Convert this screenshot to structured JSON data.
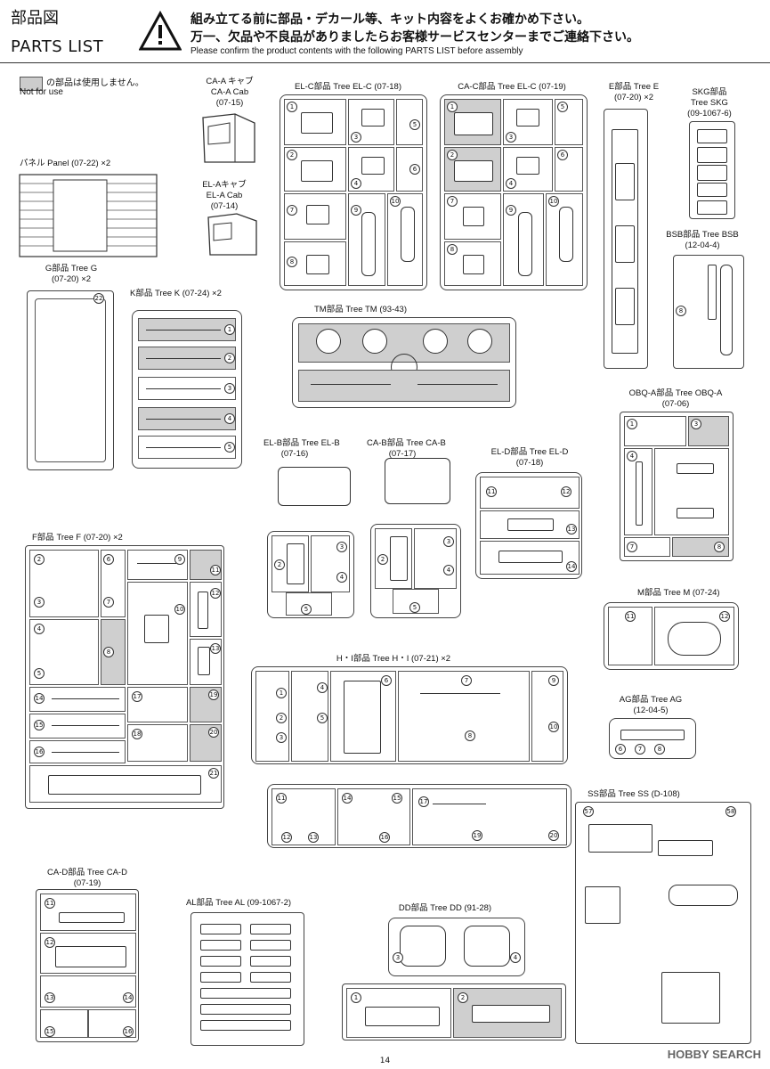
{
  "header": {
    "title_jp": "部品図",
    "title_en": "PARTS LIST",
    "notice_jp_line1": "組み立てる前に部品・デカール等、キット内容をよくお確かめ下さい。",
    "notice_jp_line2": "万一、欠品や不良品がありましたらお客様サービスセンターまでご連絡下さい。",
    "notice_en": "Please confirm the product contents with the following PARTS LIST before assembly"
  },
  "legend": {
    "jp": "の部品は使用しません。",
    "en": "Not for use"
  },
  "trees": {
    "ca_a": {
      "l1": "CA-A キャブ",
      "l2": "CA-A Cab",
      "l3": "(07-15)"
    },
    "el_a": {
      "l1": "EL-Aキャブ",
      "l2": "EL-A Cab",
      "l3": "(07-14)"
    },
    "panel": {
      "l1": "パネル Panel  (07-22)  ×2"
    },
    "el_c1": {
      "l1": "EL-C部品 Tree EL-C  (07-18)"
    },
    "ca_c": {
      "l1": "CA-C部品 Tree EL-C  (07-19)"
    },
    "e": {
      "l1": "E部品 Tree E",
      "l2": "(07-20)  ×2"
    },
    "skg": {
      "l1": "SKG部品",
      "l2": "Tree SKG",
      "l3": "(09-1067-6)"
    },
    "bsb": {
      "l1": "BSB部品 Tree BSB",
      "l2": "(12-04-4)"
    },
    "g": {
      "l1": "G部品 Tree G",
      "l2": "(07-20)  ×2"
    },
    "k": {
      "l1": "K部品 Tree K  (07-24)  ×2"
    },
    "tm": {
      "l1": "TM部品 Tree TM  (93-43)"
    },
    "obq": {
      "l1": "OBQ-A部品 Tree OBQ-A",
      "l2": "(07-06)"
    },
    "el_b": {
      "l1": "EL-B部品 Tree EL-B",
      "l2": "(07-16)"
    },
    "ca_b": {
      "l1": "CA-B部品 Tree CA-B",
      "l2": "(07-17)"
    },
    "el_d": {
      "l1": "EL-D部品 Tree EL-D",
      "l2": "(07-18)"
    },
    "f": {
      "l1": "F部品 Tree F  (07-20)  ×2"
    },
    "m": {
      "l1": "M部品 Tree M  (07-24)"
    },
    "hi": {
      "l1": "H・I部品 Tree H・I  (07-21)  ×2"
    },
    "ag": {
      "l1": "AG部品 Tree AG",
      "l2": "(12-04-5)"
    },
    "ss": {
      "l1": "SS部品 Tree SS  (D-108)"
    },
    "ca_d": {
      "l1": "CA-D部品 Tree CA-D",
      "l2": "(07-19)"
    },
    "al": {
      "l1": "AL部品 Tree AL  (09-1067-2)"
    },
    "dd": {
      "l1": "DD部品 Tree DD  (91-28)"
    }
  },
  "page_number": "14",
  "watermark": "HOBBY SEARCH"
}
